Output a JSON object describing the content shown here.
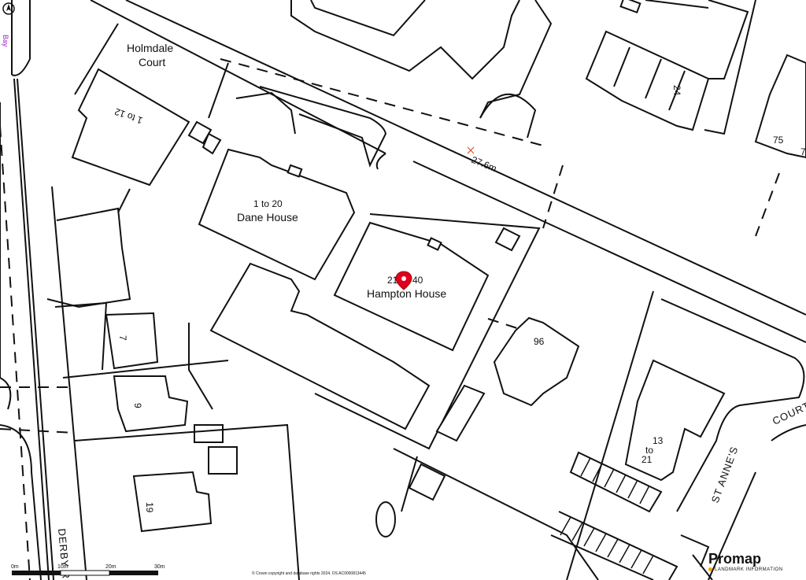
{
  "map": {
    "labels": {
      "holmdale_line1": "Holmdale",
      "holmdale_line2": "Court",
      "holmdale_units": "1 to 12",
      "dane_units": "1 to 20",
      "dane_name": "Dane House",
      "hampton_units_a": "21",
      "hampton_units_b": "40",
      "hampton_name": "Hampton House",
      "house_24": "24",
      "house_75": "75",
      "house_7_partial": "7",
      "house_96": "96",
      "house_7": "7",
      "house_9": "9",
      "house_19": "19",
      "block_13_line1": "13",
      "block_13_line2": "to",
      "block_13_line3": "21",
      "measurement": "27.6m",
      "road_derby": "DERBY R",
      "road_st_annes": "ST ANNE'S",
      "road_court": "COURT",
      "road_left_partial": "Bay"
    },
    "marker_color": "#e0001b",
    "marker_icon": "location-pin-icon"
  },
  "scale_bar": {
    "ticks": [
      "0m",
      "10m",
      "20m",
      "30m"
    ]
  },
  "copyright": "© Crown copyright and database rights 2024. OS AC0000813445",
  "brand": {
    "name": "Promap",
    "subtitle": "LANDMARK INFORMATION",
    "accent": "#f4a300"
  }
}
